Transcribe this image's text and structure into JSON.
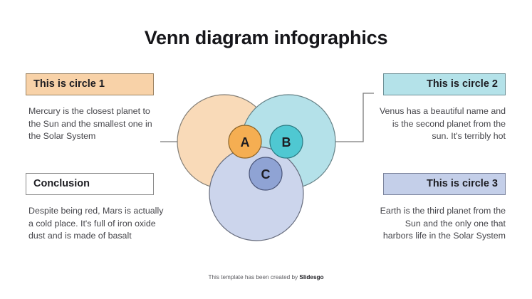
{
  "slide": {
    "title": "Venn diagram infographics"
  },
  "panels": {
    "circle1": {
      "heading": "This is circle 1",
      "body": "Mercury is the closest planet to the Sun and the smallest one in the Solar System",
      "fill": "#f8d2a8",
      "border": "#9a8262"
    },
    "circle2": {
      "heading": "This is circle 2",
      "body": "Venus has a beautiful name and is the second planet from the sun. It's terribly hot",
      "fill": "#b4e2e9",
      "border": "#6d8f96"
    },
    "circle3": {
      "heading": "This is circle 3",
      "body": "Earth is the third planet from the Sun  and the only one that harbors life in the Solar System",
      "fill": "#c4cfe9",
      "border": "#7b839c"
    },
    "conclusion": {
      "heading": "Conclusion",
      "body": "Despite being red, Mars is actually a cold place. It's full of iron oxide dust and is made of basalt",
      "fill": "#ffffff",
      "border": "#8a8a8a"
    }
  },
  "venn": {
    "big_circles": [
      {
        "id": "A",
        "fill": "#f9d5ad",
        "stroke": "#6f6a60"
      },
      {
        "id": "B",
        "fill": "#a8dde6",
        "stroke": "#4e6e74"
      },
      {
        "id": "C",
        "fill": "#c4cfe9",
        "stroke": "#4e5468"
      }
    ],
    "badges": [
      {
        "label": "A",
        "fill": "#f5ae52",
        "stroke": "#8a6328"
      },
      {
        "label": "B",
        "fill": "#4fc8d2",
        "stroke": "#2b7a82"
      },
      {
        "label": "C",
        "fill": "#8fa3d4",
        "stroke": "#4a5578"
      }
    ],
    "connector_color": "#7a7a7a"
  },
  "footer": {
    "text": "This template has been created by ",
    "brand": "Slidesgo"
  }
}
